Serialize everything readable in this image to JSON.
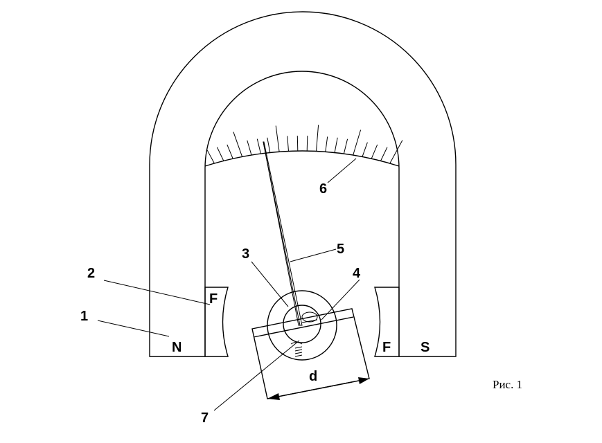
{
  "labels": {
    "magnet": "1",
    "pole_piece": "2",
    "coil": "3",
    "core": "4",
    "pointer": "5",
    "scale": "6",
    "spring": "7",
    "dimension": "d",
    "pole_north": "N",
    "pole_south": "S",
    "pole_piece_left": "F",
    "pole_piece_right": "F"
  },
  "caption": "Рис. 1",
  "colors": {
    "ink": "#000000",
    "background": "#ffffff"
  }
}
